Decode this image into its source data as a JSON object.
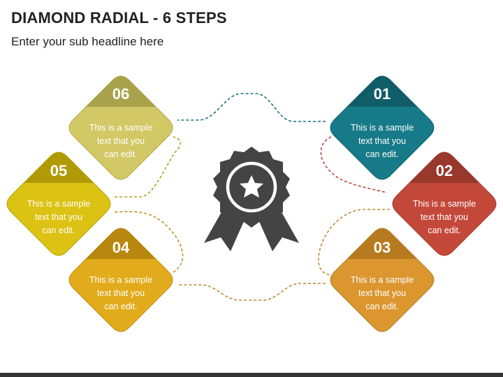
{
  "header": {
    "title": "DIAMOND RADIAL - 6 STEPS",
    "subtitle": "Enter your sub headline here"
  },
  "center": {
    "icon": "award-badge-star-icon"
  },
  "steps": [
    {
      "number": "01",
      "text": [
        "This is a sample",
        "text that you",
        "can edit."
      ],
      "color": "#177a88",
      "cap": "#0f5d68",
      "line": "#1e6f7a"
    },
    {
      "number": "02",
      "text": [
        "This is a sample",
        "text that you",
        "can edit."
      ],
      "color": "#c4483a",
      "cap": "#99382d",
      "line": "#b0493e"
    },
    {
      "number": "03",
      "text": [
        "This is a sample",
        "text that you",
        "can edit."
      ],
      "color": "#db9630",
      "cap": "#b87a1e",
      "line": "#b88a30"
    },
    {
      "number": "04",
      "text": [
        "This is a sample",
        "text that you",
        "can edit."
      ],
      "color": "#e1ab1b",
      "cap": "#b8880e",
      "line": "#b89420"
    },
    {
      "number": "05",
      "text": [
        "This is a sample",
        "text that you",
        "can edit."
      ],
      "color": "#dcc212",
      "cap": "#b19a08",
      "line": "#b0a020"
    },
    {
      "number": "06",
      "text": [
        "This is a sample",
        "text that you",
        "can edit."
      ],
      "color": "#d2c866",
      "cap": "#aaa24a",
      "line": "#a9a050"
    }
  ]
}
